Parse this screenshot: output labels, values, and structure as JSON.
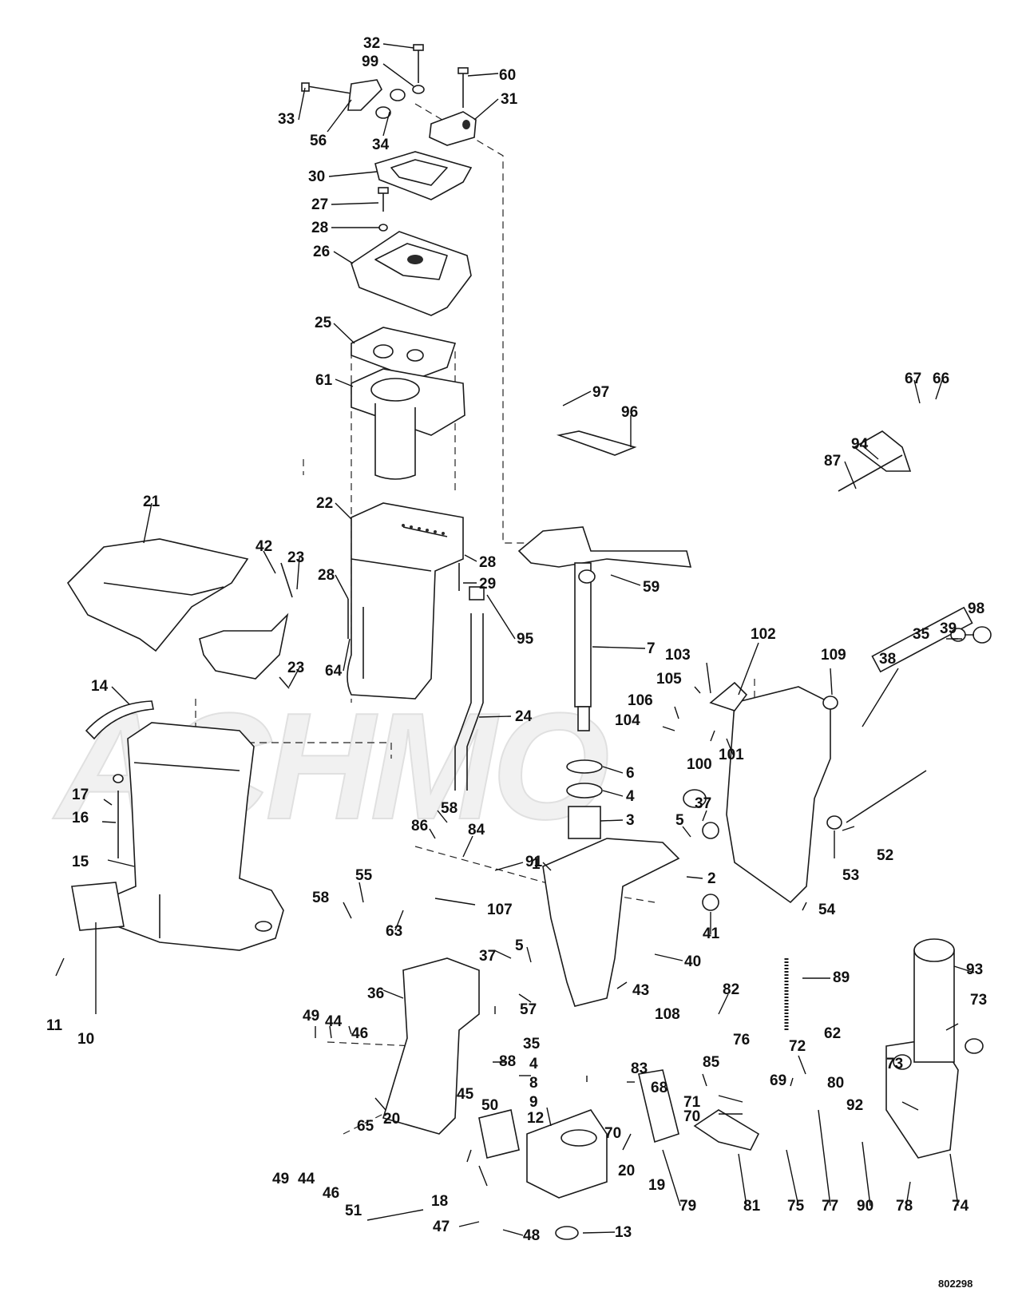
{
  "diagram": {
    "reference_number": "802298",
    "watermark": "ACHMO",
    "callouts": [
      {
        "id": "c32",
        "text": "32"
      },
      {
        "id": "c99",
        "text": "99"
      },
      {
        "id": "c60",
        "text": "60"
      },
      {
        "id": "c33",
        "text": "33"
      },
      {
        "id": "c31",
        "text": "31"
      },
      {
        "id": "c56",
        "text": "56"
      },
      {
        "id": "c34",
        "text": "34"
      },
      {
        "id": "c30",
        "text": "30"
      },
      {
        "id": "c27",
        "text": "27"
      },
      {
        "id": "c28a",
        "text": "28"
      },
      {
        "id": "c26",
        "text": "26"
      },
      {
        "id": "c25",
        "text": "25"
      },
      {
        "id": "c61",
        "text": "61"
      },
      {
        "id": "c67",
        "text": "67"
      },
      {
        "id": "c66",
        "text": "66"
      },
      {
        "id": "c97",
        "text": "97"
      },
      {
        "id": "c96",
        "text": "96"
      },
      {
        "id": "c94",
        "text": "94"
      },
      {
        "id": "c87",
        "text": "87"
      },
      {
        "id": "c21",
        "text": "21"
      },
      {
        "id": "c22",
        "text": "22"
      },
      {
        "id": "c42",
        "text": "42"
      },
      {
        "id": "c23a",
        "text": "23"
      },
      {
        "id": "c28b",
        "text": "28"
      },
      {
        "id": "c28c",
        "text": "28"
      },
      {
        "id": "c29",
        "text": "29"
      },
      {
        "id": "c59",
        "text": "59"
      },
      {
        "id": "c95",
        "text": "95"
      },
      {
        "id": "c7",
        "text": "7"
      },
      {
        "id": "c102",
        "text": "102"
      },
      {
        "id": "c98",
        "text": "98"
      },
      {
        "id": "c39",
        "text": "39"
      },
      {
        "id": "c35a",
        "text": "35"
      },
      {
        "id": "c64",
        "text": "64"
      },
      {
        "id": "c23b",
        "text": "23"
      },
      {
        "id": "c103",
        "text": "103"
      },
      {
        "id": "c109",
        "text": "109"
      },
      {
        "id": "c38",
        "text": "38"
      },
      {
        "id": "c105",
        "text": "105"
      },
      {
        "id": "c14",
        "text": "14"
      },
      {
        "id": "c24",
        "text": "24"
      },
      {
        "id": "c106",
        "text": "106"
      },
      {
        "id": "c104",
        "text": "104"
      },
      {
        "id": "c100",
        "text": "100"
      },
      {
        "id": "c101",
        "text": "101"
      },
      {
        "id": "c6",
        "text": "6"
      },
      {
        "id": "c17",
        "text": "17"
      },
      {
        "id": "c4a",
        "text": "4"
      },
      {
        "id": "c16",
        "text": "16"
      },
      {
        "id": "c86",
        "text": "86"
      },
      {
        "id": "c58a",
        "text": "58"
      },
      {
        "id": "c37a",
        "text": "37"
      },
      {
        "id": "c3",
        "text": "3"
      },
      {
        "id": "c5a",
        "text": "5"
      },
      {
        "id": "c84",
        "text": "84"
      },
      {
        "id": "c15",
        "text": "15"
      },
      {
        "id": "c91",
        "text": "91"
      },
      {
        "id": "c52",
        "text": "52"
      },
      {
        "id": "c53",
        "text": "53"
      },
      {
        "id": "c55",
        "text": "55"
      },
      {
        "id": "c1",
        "text": "1"
      },
      {
        "id": "c2",
        "text": "2"
      },
      {
        "id": "c58b",
        "text": "58"
      },
      {
        "id": "c54",
        "text": "54"
      },
      {
        "id": "c107",
        "text": "107"
      },
      {
        "id": "c63",
        "text": "63"
      },
      {
        "id": "c41",
        "text": "41"
      },
      {
        "id": "c11",
        "text": "11"
      },
      {
        "id": "c10",
        "text": "10"
      },
      {
        "id": "c37b",
        "text": "37"
      },
      {
        "id": "c5b",
        "text": "5"
      },
      {
        "id": "c40",
        "text": "40"
      },
      {
        "id": "c89",
        "text": "89"
      },
      {
        "id": "c93",
        "text": "93"
      },
      {
        "id": "c36",
        "text": "36"
      },
      {
        "id": "c43",
        "text": "43"
      },
      {
        "id": "c82",
        "text": "82"
      },
      {
        "id": "c57",
        "text": "57"
      },
      {
        "id": "c73a",
        "text": "73"
      },
      {
        "id": "c49a",
        "text": "49"
      },
      {
        "id": "c44a",
        "text": "44"
      },
      {
        "id": "c46a",
        "text": "46"
      },
      {
        "id": "c108",
        "text": "108"
      },
      {
        "id": "c35b",
        "text": "35"
      },
      {
        "id": "c76",
        "text": "76"
      },
      {
        "id": "c62",
        "text": "62"
      },
      {
        "id": "c72",
        "text": "72"
      },
      {
        "id": "c88",
        "text": "88"
      },
      {
        "id": "c85",
        "text": "85"
      },
      {
        "id": "c4b",
        "text": "4"
      },
      {
        "id": "c83",
        "text": "83"
      },
      {
        "id": "c68",
        "text": "68"
      },
      {
        "id": "c69",
        "text": "69"
      },
      {
        "id": "c80",
        "text": "80"
      },
      {
        "id": "c73b",
        "text": "73"
      },
      {
        "id": "c8",
        "text": "8"
      },
      {
        "id": "c45",
        "text": "45"
      },
      {
        "id": "c50",
        "text": "50"
      },
      {
        "id": "c9",
        "text": "9"
      },
      {
        "id": "c71",
        "text": "71"
      },
      {
        "id": "c70a",
        "text": "70"
      },
      {
        "id": "c92",
        "text": "92"
      },
      {
        "id": "c65",
        "text": "65"
      },
      {
        "id": "c20a",
        "text": "20"
      },
      {
        "id": "c12",
        "text": "12"
      },
      {
        "id": "c70b",
        "text": "70"
      },
      {
        "id": "c49b",
        "text": "49"
      },
      {
        "id": "c44b",
        "text": "44"
      },
      {
        "id": "c46b",
        "text": "46"
      },
      {
        "id": "c20b",
        "text": "20"
      },
      {
        "id": "c19",
        "text": "19"
      },
      {
        "id": "c18",
        "text": "18"
      },
      {
        "id": "c51",
        "text": "51"
      },
      {
        "id": "c79",
        "text": "79"
      },
      {
        "id": "c81",
        "text": "81"
      },
      {
        "id": "c75",
        "text": "75"
      },
      {
        "id": "c77",
        "text": "77"
      },
      {
        "id": "c90",
        "text": "90"
      },
      {
        "id": "c78",
        "text": "78"
      },
      {
        "id": "c74",
        "text": "74"
      },
      {
        "id": "c47",
        "text": "47"
      },
      {
        "id": "c48",
        "text": "48"
      },
      {
        "id": "c13",
        "text": "13"
      }
    ]
  }
}
